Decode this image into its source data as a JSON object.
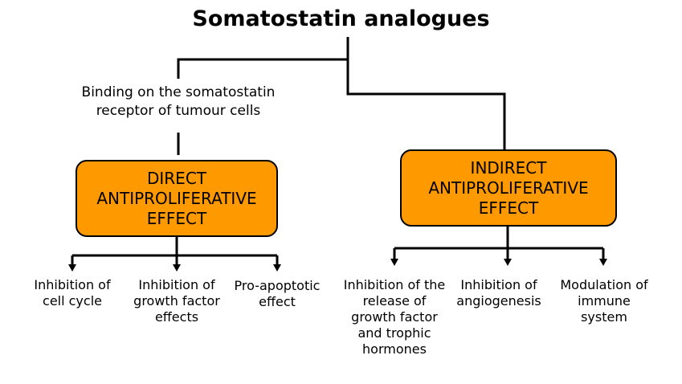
{
  "title": "Somatostatin analogues",
  "note": "Binding on the somatostatin\nreceptor of tumour cells",
  "direct_box": "DIRECT\nANTIPROLIFERATIVE\nEFFECT",
  "indirect_box": "INDIRECT\nANTIPROLIFERATIVE\nEFFECT",
  "direct_effects": [
    "Inhibition of\ncell cycle",
    "Inhibition of\ngrowth factor\neffects",
    "Pro-apoptotic\neffect"
  ],
  "indirect_effects": [
    "Inhibition of the\nrelease of\ngrowth factor\nand trophic\nhormones",
    "Inhibition of\nangiogenesis",
    "Modulation of\nimmune\nsystem"
  ]
}
